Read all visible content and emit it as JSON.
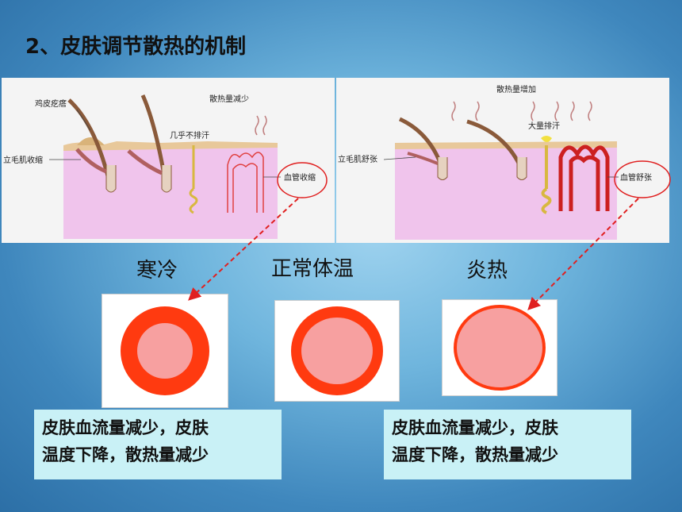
{
  "title": "2、皮肤调节散热的机制",
  "diagram_left": {
    "goose_bumps": "鸡皮疙瘩",
    "piloerector": "立毛肌收缩",
    "sweat": "几乎不排汗",
    "heat_loss": "散热量减少",
    "vessel": "血管收缩"
  },
  "diagram_right": {
    "heat_loss": "散热量增加",
    "sweat": "大量排汗",
    "piloerector": "立毛肌舒张",
    "vessel": "血管舒张"
  },
  "conditions": {
    "cold": "寒冷",
    "normal": "正常体温",
    "hot": "炎热"
  },
  "notes": {
    "left": [
      "皮肤血流量减少，皮肤",
      "温度下降，散热量减少"
    ],
    "right": [
      "皮肤血流量减少，皮肤",
      "温度下降，散热量减少"
    ]
  },
  "colors": {
    "vessel_wall": "#ff3a10",
    "vessel_lumen": "#f7a0a0",
    "skin": "#f0c4ec",
    "note_bg": "#c9f1f6",
    "arrow": "#e02020"
  }
}
